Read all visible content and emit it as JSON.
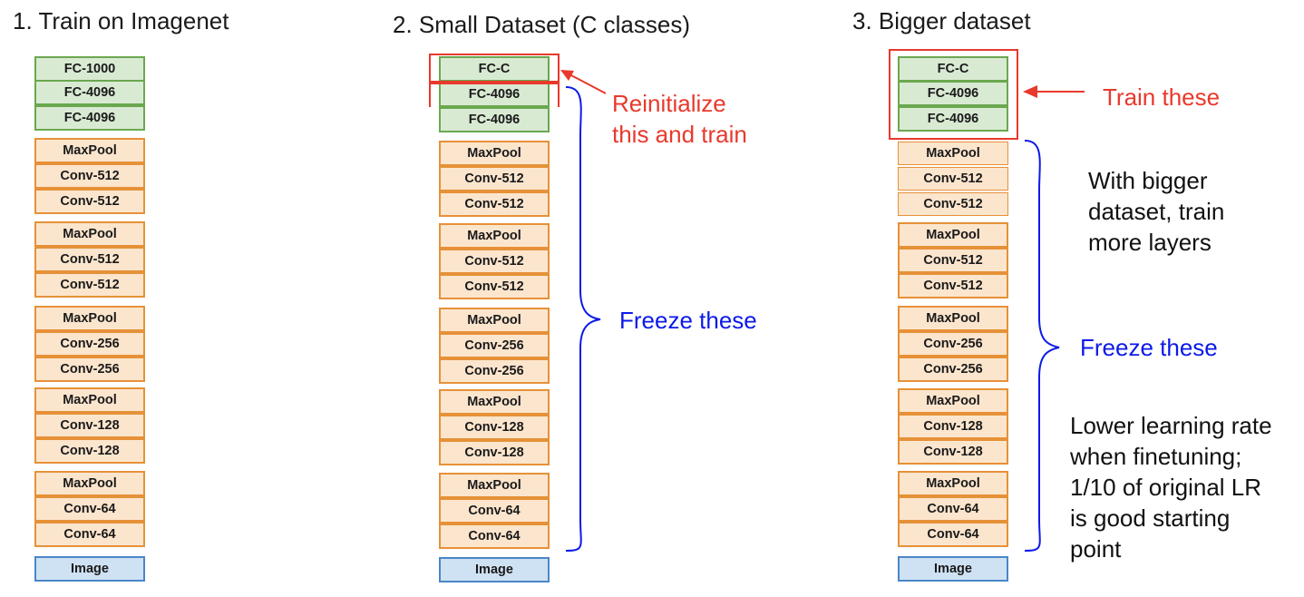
{
  "columns": [
    {
      "title": "1. Train on Imagenet",
      "layers": [
        "FC-1000",
        "FC-4096",
        "FC-4096",
        "MaxPool",
        "Conv-512",
        "Conv-512",
        "MaxPool",
        "Conv-512",
        "Conv-512",
        "MaxPool",
        "Conv-256",
        "Conv-256",
        "MaxPool",
        "Conv-128",
        "Conv-128",
        "MaxPool",
        "Conv-64",
        "Conv-64",
        "Image"
      ]
    },
    {
      "title": "2. Small Dataset (C classes)",
      "layers": [
        "FC-C",
        "FC-4096",
        "FC-4096",
        "MaxPool",
        "Conv-512",
        "Conv-512",
        "MaxPool",
        "Conv-512",
        "Conv-512",
        "MaxPool",
        "Conv-256",
        "Conv-256",
        "MaxPool",
        "Conv-128",
        "Conv-128",
        "MaxPool",
        "Conv-64",
        "Conv-64",
        "Image"
      ]
    },
    {
      "title": "3. Bigger dataset",
      "layers": [
        "FC-C",
        "FC-4096",
        "FC-4096",
        "MaxPool",
        "Conv-512",
        "Conv-512",
        "MaxPool",
        "Conv-512",
        "Conv-512",
        "MaxPool",
        "Conv-256",
        "Conv-256",
        "MaxPool",
        "Conv-128",
        "Conv-128",
        "MaxPool",
        "Conv-64",
        "Conv-64",
        "Image"
      ]
    }
  ],
  "annotations": {
    "reinitialize": [
      "Reinitialize",
      "this and train"
    ],
    "freeze_2": "Freeze these",
    "train_these": "Train these",
    "bigger": [
      "With bigger",
      "dataset, train",
      "more layers"
    ],
    "freeze_3": "Freeze these",
    "lower_lr": [
      "Lower learning rate",
      "when finetuning;",
      "1/10 of original LR",
      "is good starting",
      "point"
    ]
  },
  "colors": {
    "fc_fill": "#d9ead3",
    "fc_border": "#6aa84f",
    "conv_fill": "#fce5cd",
    "conv_border": "#e69138",
    "image_fill": "#cfe2f3",
    "image_border": "#4a86c8",
    "highlight": "#e8392c",
    "freeze": "#0c1ae8"
  }
}
